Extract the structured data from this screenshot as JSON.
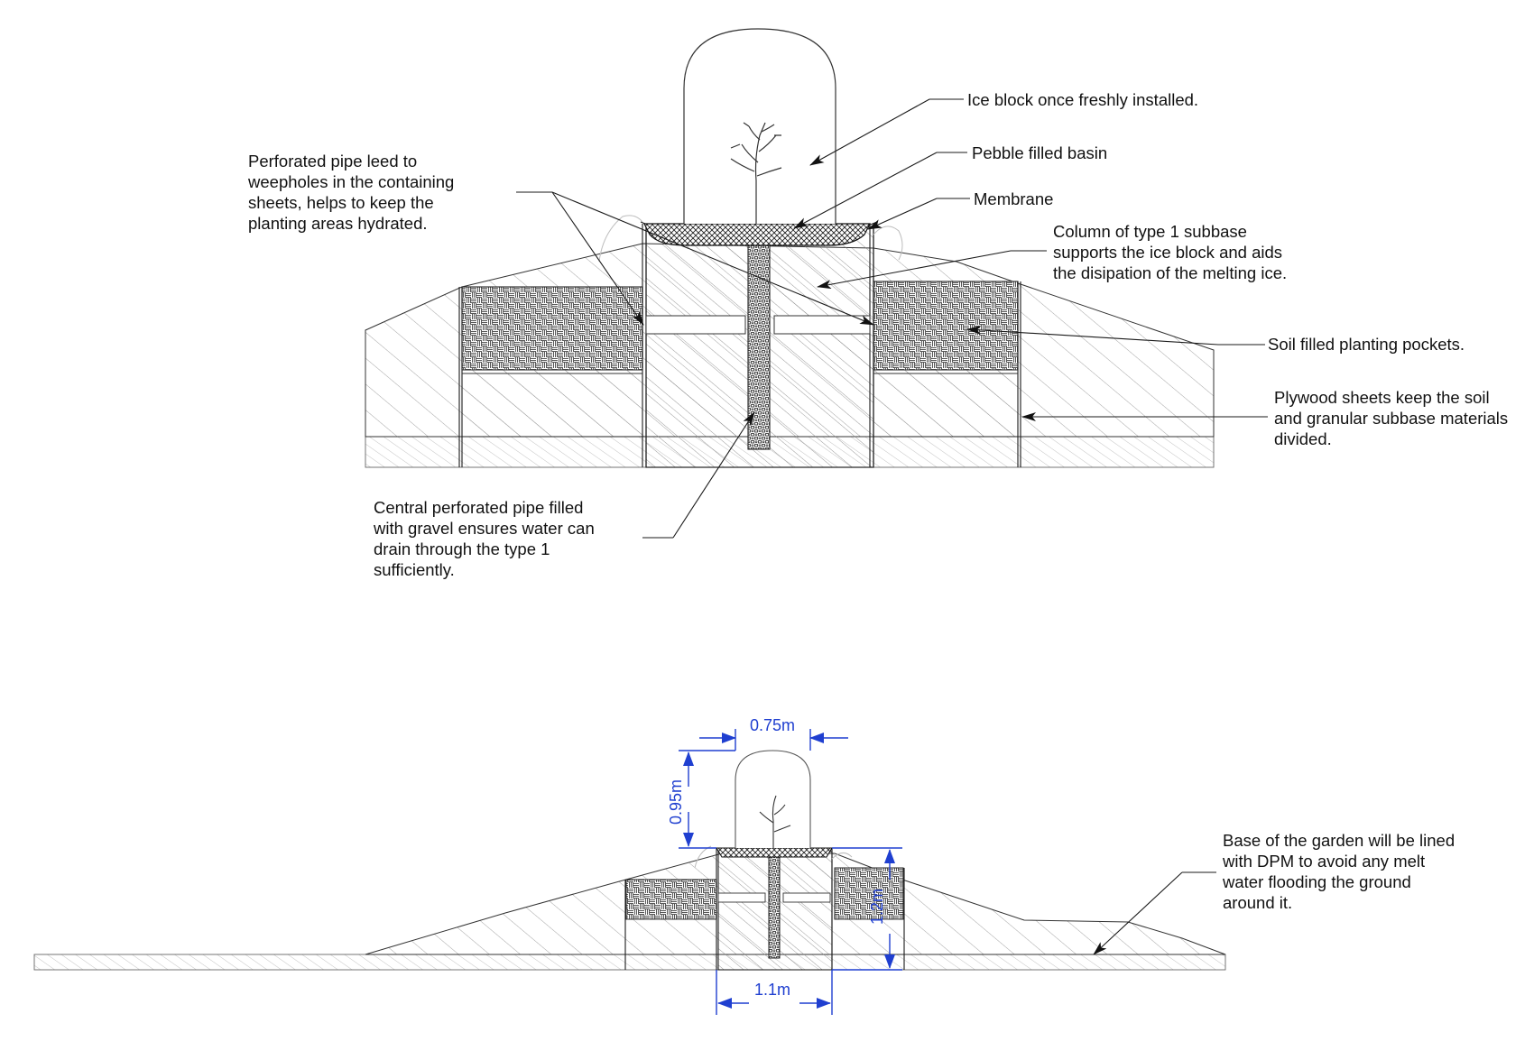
{
  "annotations": {
    "ice_block": "Ice block once freshly installed.",
    "pebble_basin": "Pebble filled basin",
    "membrane": "Membrane",
    "subbase_column": [
      "Column of type 1 subbase",
      "supports the ice block and aids",
      "the disipation of the melting ice."
    ],
    "soil_pockets": "Soil filled planting pockets.",
    "plywood": [
      "Plywood sheets keep the soil",
      "and granular subbase materials",
      "divided."
    ],
    "perforated_pipe": [
      "Perforated pipe leed to",
      "weepholes in the containing",
      "sheets, helps to keep the",
      "planting areas hydrated."
    ],
    "central_pipe": [
      "Central perforated pipe filled",
      "with gravel ensures water can",
      "drain through the type 1",
      "sufficiently."
    ],
    "dpm_base": [
      "Base of the garden will be lined",
      "with DPM to avoid any melt",
      "water flooding the ground",
      "around it."
    ]
  },
  "dimensions": {
    "top_width": "0.75m",
    "ice_height": "0.95m",
    "column_height": "1.2m",
    "base_width": "1.1m"
  },
  "colors": {
    "line": "#1a1a1a",
    "hatch": "#9a9a9a",
    "dimension": "#1f3fd0",
    "ground": "#e8e8e8"
  }
}
